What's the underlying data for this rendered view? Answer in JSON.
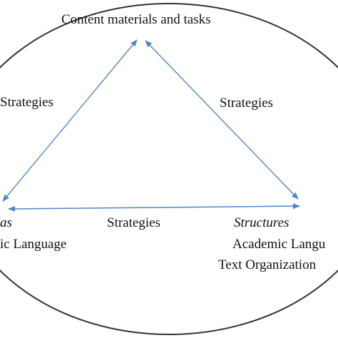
{
  "labels": {
    "top": "Content materials and tasks",
    "left_edge": "Strategies",
    "right_edge": "Strategies",
    "bottom_edge": "Strategies",
    "left_heading_partial": "as",
    "left_line_partial": "ic Language",
    "right_heading": "Structures",
    "right_line1_partial": "Academic Langu",
    "right_line2_partial": "Text Organization"
  },
  "colors": {
    "arrow": "#4f86c6",
    "ellipse": "#333333",
    "text": "#111111"
  }
}
